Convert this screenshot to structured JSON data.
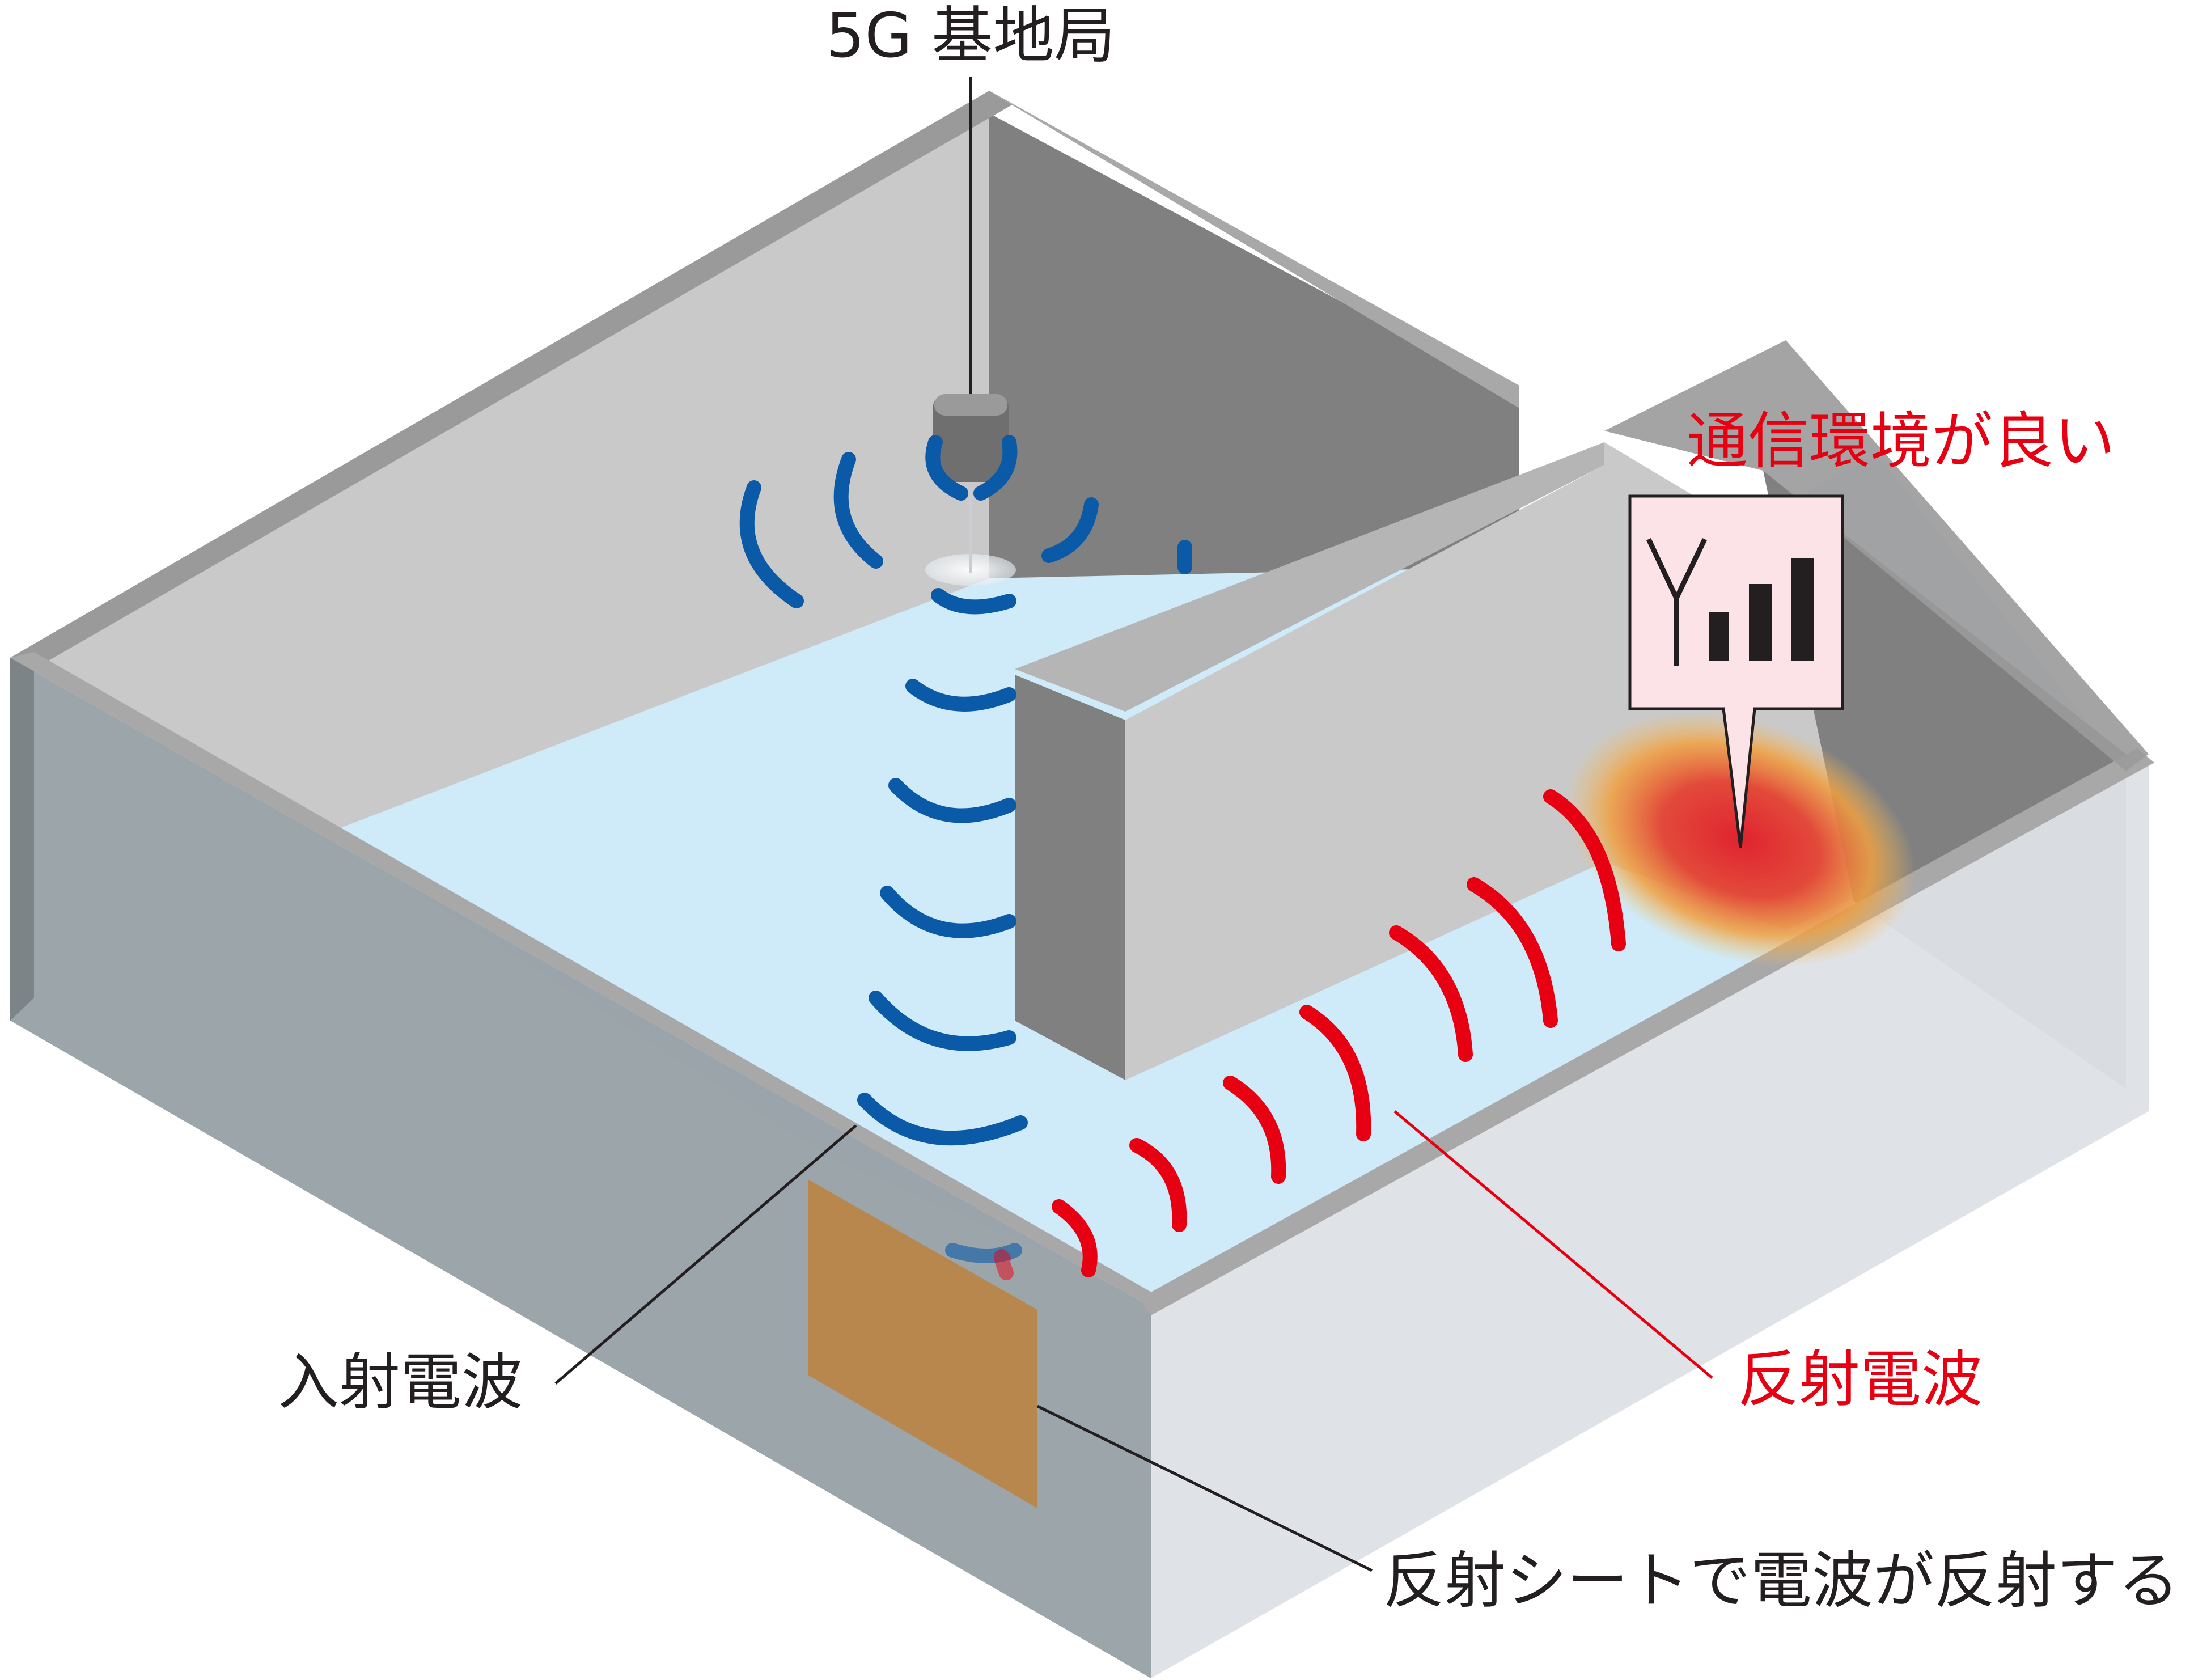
{
  "labels": {
    "base_station": "5G 基地局",
    "good_signal": "通信環境が良い",
    "incident_wave": "入射電波",
    "reflected_wave": "反射電波",
    "reflect_sheet": "反射シートで電波が反射する"
  },
  "colors": {
    "incident_wave": "#0a5aa8",
    "reflected_wave": "#e60012",
    "floor": "#cfeaf9",
    "wall_rim": "#9a9a9a",
    "wall_inner_dark": "#808080",
    "wall_inner_light": "#c9c9c9",
    "glass": "#dde2e7",
    "glass_dark": "#97a0a5",
    "reflect_sheet": "#b8874d",
    "callout_bg": "#fbe3e7",
    "hotspot": "#e0282e"
  },
  "icons": {
    "callout": [
      "antenna-icon",
      "signal-bars-icon"
    ]
  },
  "signal_bars": 3
}
